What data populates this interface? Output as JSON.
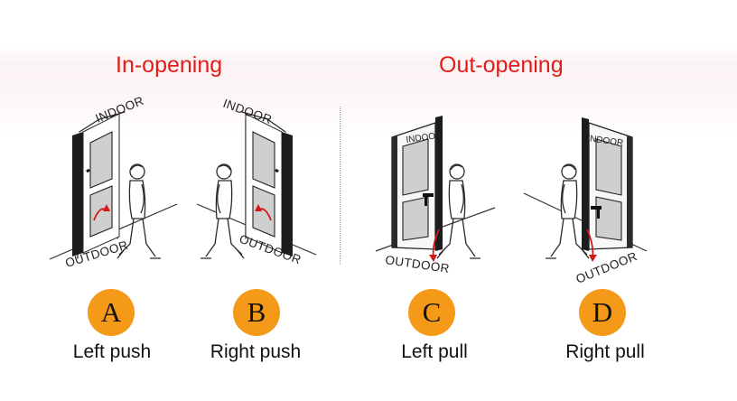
{
  "headings": {
    "in_opening": "In-opening",
    "out_opening": "Out-opening"
  },
  "labels": {
    "indoor": "INDOOR",
    "outdoor": "OUTDOOR"
  },
  "options": [
    {
      "letter": "A",
      "caption": "Left push"
    },
    {
      "letter": "B",
      "caption": "Right push"
    },
    {
      "letter": "C",
      "caption": "Left pull"
    },
    {
      "letter": "D",
      "caption": "Right pull"
    }
  ],
  "colors": {
    "heading": "#e31b1b",
    "badge": "#f49a18",
    "arrow": "#d11818"
  }
}
